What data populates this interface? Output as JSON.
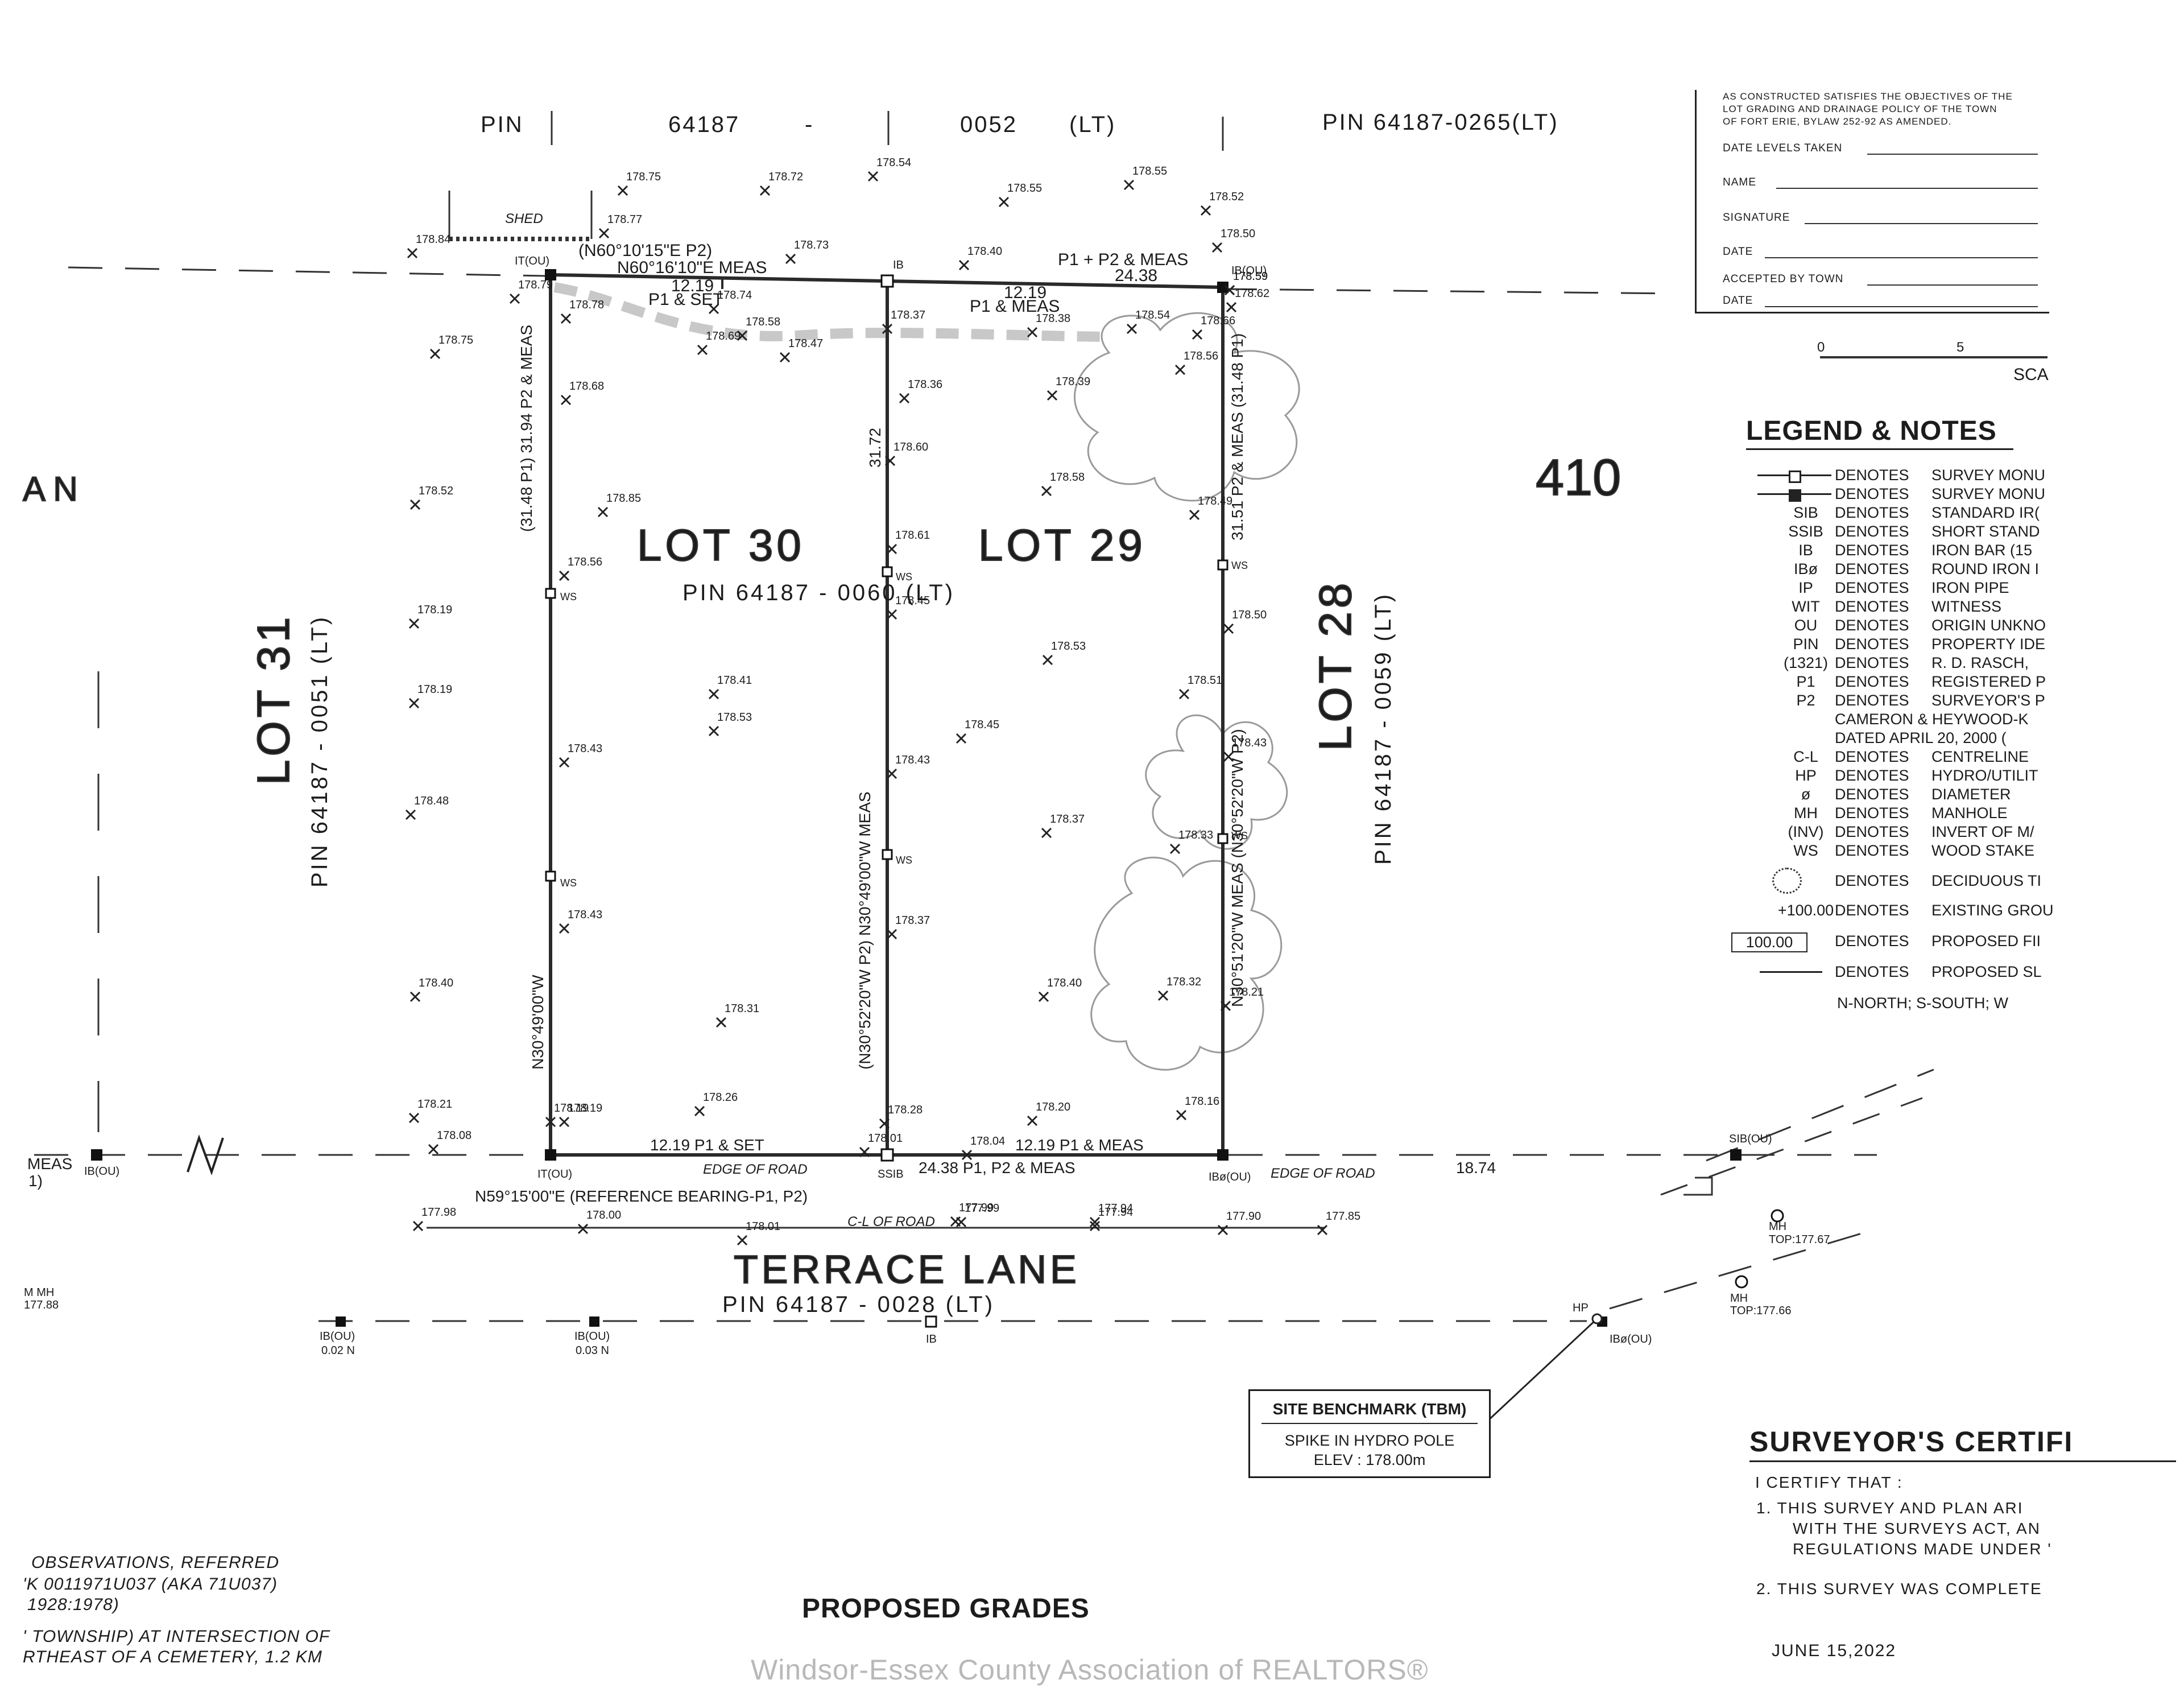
{
  "header": {
    "pin_label": "PIN",
    "pin_mid_left": "64187",
    "dash": "-",
    "pin_mid_right": "0052",
    "lt": "(LT)",
    "pin_right": "PIN   64187-0265(LT)"
  },
  "lots": {
    "lot30": "LOT   30",
    "lot29": "LOT   29",
    "lot31": "LOT   31",
    "lot28": "LOT   28",
    "lot_pin": "PIN   64187   -   0060   (LT)",
    "left_pin": "PIN   64187   -   0051   (LT)",
    "right_pin": "PIN   64187   -   0059   (LT)",
    "far_right": "410",
    "far_left": "A   N"
  },
  "road": {
    "name": "TERRACE      LANE",
    "pin": "PIN   64187   -   0028   (LT)",
    "cl": "C-L OF ROAD",
    "edge_left": "EDGE OF ROAD",
    "edge_right": "EDGE OF ROAD",
    "ref_bearing": "N59°15'00\"E (REFERENCE BEARING-P1, P2)"
  },
  "dims": {
    "north_p2": "(N60°10'15\"E P2)",
    "north_meas": "N60°16'10\"E MEAS",
    "n_1219_left": "12.19",
    "n_p1set": "P1 & SET",
    "n_1219_right": "12.19",
    "n_p1meas": "P1 & MEAS",
    "n_p1p2meas": "P1 + P2 & MEAS",
    "n_2438": "24.38",
    "s_1219_left": "12.19 P1 & SET",
    "s_2438": "24.38 P1, P2 & MEAS",
    "s_1219_right": "12.19 P1 & MEAS",
    "s_1874": "18.74",
    "w_len": "(31.48 P1)   31.94 P2 & MEAS",
    "w_bear": "N30°49'00\"W",
    "mid_len": "31.72",
    "mid_bear": "(N30°52'20\"W P2)   N30°49'00\"W MEAS",
    "e_len": "31.51 P2 & MEAS   (31.48 P1)",
    "e_bear": "N30°51'20\"W MEAS   (N30°52'20\"W P2)",
    "meas_left": "MEAS",
    "one_left": "1)"
  },
  "shed": "SHED",
  "monuments": {
    "it_nw": "IT(OU)",
    "ib_n": "IB",
    "ib_ne": "IB(OU)",
    "it_sw": "IT(OU)",
    "ssib": "SSIB",
    "ibo_se": "IBø(OU)",
    "ib_w": "IB(OU)",
    "sib_e": "SIB(OU)",
    "ib_s1": "IB(OU)",
    "ib_s1b": "0.02 N",
    "ib_s2": "IB(OU)",
    "ib_s2b": "0.03 N",
    "ib_s3": "IB",
    "ibo_s4": "IBø(OU)",
    "hp": "HP",
    "mh1": "MH",
    "mh1b": "TOP:177.67",
    "mh2": "MH",
    "mh2b": "TOP:177.66",
    "mh_left": "M MH",
    "mh_left_b": "177.88",
    "ws": "WS"
  },
  "elevations": [
    "178.75",
    "178.72",
    "178.54",
    "178.55",
    "178.55",
    "178.52",
    "178.84",
    "178.77",
    "178.73",
    "178.40",
    "178.50",
    "178.79",
    "178.74",
    "178.58",
    "178.47",
    "178.37",
    "178.38",
    "178.54",
    "178.66",
    "178.62",
    "178.75",
    "178.78",
    "178.69",
    "178.68",
    "178.36",
    "178.39",
    "178.56",
    "178.52",
    "178.85",
    "178.60",
    "178.58",
    "178.49",
    "178.56",
    "178.61",
    "178.45",
    "178.50",
    "178.19",
    "178.19",
    "178.41",
    "178.53",
    "178.53",
    "178.51",
    "178.45",
    "178.43",
    "178.48",
    "178.43",
    "178.37",
    "178.33",
    "178.43",
    "178.43",
    "178.37",
    "178.40",
    "178.40",
    "178.31",
    "178.32",
    "178.21",
    "178.26",
    "178.28",
    "178.20",
    "178.19",
    "178.21",
    "178.16",
    "178.08",
    "178.19",
    "178.04",
    "178.01",
    "177.99",
    "177.94",
    "177.98",
    "178.00",
    "178.01",
    "177.99",
    "177.94",
    "177.90",
    "177.85",
    "178.59",
    "178.59"
  ],
  "scale": {
    "zero": "0",
    "five": "5",
    "label": "SCA"
  },
  "certificate": {
    "intro": [
      "AS CONSTRUCTED SATISFIES THE OBJECTIVES OF THE",
      "LOT GRADING AND DRAINAGE POLICY OF THE TOWN",
      "OF FORT ERIE, BYLAW 252-92 AS AMENDED."
    ],
    "rows": [
      "DATE LEVELS TAKEN",
      "NAME",
      "SIGNATURE",
      "DATE",
      "ACCEPTED BY TOWN",
      "DATE"
    ]
  },
  "legend": {
    "title": "LEGEND & NOTES",
    "rows": [
      {
        "code": "",
        "den": "DENOTES",
        "desc": "SURVEY MONU"
      },
      {
        "code": "",
        "den": "DENOTES",
        "desc": "SURVEY MONU"
      },
      {
        "code": "SIB",
        "den": "DENOTES",
        "desc": "STANDARD IR("
      },
      {
        "code": "SSIB",
        "den": "DENOTES",
        "desc": "SHORT STAND"
      },
      {
        "code": "IB",
        "den": "DENOTES",
        "desc": "IRON BAR (15"
      },
      {
        "code": "IBø",
        "den": "DENOTES",
        "desc": "ROUND IRON I"
      },
      {
        "code": "IP",
        "den": "DENOTES",
        "desc": "IRON PIPE"
      },
      {
        "code": "WIT",
        "den": "DENOTES",
        "desc": "WITNESS"
      },
      {
        "code": "OU",
        "den": "DENOTES",
        "desc": "ORIGIN UNKNO"
      },
      {
        "code": "PIN",
        "den": "DENOTES",
        "desc": "PROPERTY IDE"
      },
      {
        "code": "(1321)",
        "den": "DENOTES",
        "desc": "R. D. RASCH,"
      },
      {
        "code": "P1",
        "den": "DENOTES",
        "desc": "REGISTERED P"
      },
      {
        "code": "P2",
        "den": "DENOTES",
        "desc": "SURVEYOR'S P"
      },
      {
        "code": "",
        "den": "CAMERON & HEYWOOD-K",
        "desc": ""
      },
      {
        "code": "",
        "den": "DATED APRIL 20, 2000 (",
        "desc": ""
      },
      {
        "code": "C-L",
        "den": "DENOTES",
        "desc": "CENTRELINE"
      },
      {
        "code": "HP",
        "den": "DENOTES",
        "desc": "HYDRO/UTILIT"
      },
      {
        "code": "ø",
        "den": "DENOTES",
        "desc": "DIAMETER"
      },
      {
        "code": "MH",
        "den": "DENOTES",
        "desc": "MANHOLE"
      },
      {
        "code": "(INV)",
        "den": "DENOTES",
        "desc": "INVERT OF M/"
      },
      {
        "code": "WS",
        "den": "DENOTES",
        "desc": "WOOD STAKE"
      }
    ],
    "tree": {
      "den": "DENOTES",
      "desc": "DECIDUOUS TI"
    },
    "existing": {
      "code": "+100.00",
      "den": "DENOTES",
      "desc": "EXISTING GROU"
    },
    "proposed": {
      "code": "100.00",
      "den": "DENOTES",
      "desc": "PROPOSED FII"
    },
    "slope": {
      "den": "DENOTES",
      "desc": "PROPOSED SL"
    },
    "directions": "N-NORTH;  S-SOUTH;  W"
  },
  "benchmark": {
    "title": "SITE BENCHMARK (TBM)",
    "line1": "SPIKE IN HYDRO POLE",
    "line2": "ELEV : 178.00m"
  },
  "surveyor": {
    "title": "SURVEYOR'S CERTIFI",
    "certify": "I CERTIFY THAT :",
    "item1a": "1.   THIS SURVEY AND PLAN ARI",
    "item1b": "WITH THE SURVEYS ACT, AN",
    "item1c": "REGULATIONS MADE UNDER '",
    "item2": "2.   THIS SURVEY WAS COMPLETE"
  },
  "notes_left": [
    "OBSERVATIONS, REFERRED",
    "'K 0011971U037 (AKA 71U037)",
    "1928:1978)",
    "' TOWNSHIP) AT INTERSECTION OF",
    "RTHEAST OF A CEMETERY, 1.2 KM"
  ],
  "footer": {
    "title": "PROPOSED GRADES",
    "date": "JUNE 15,2022",
    "watermark": "Windsor-Essex County Association of REALTORS®"
  }
}
